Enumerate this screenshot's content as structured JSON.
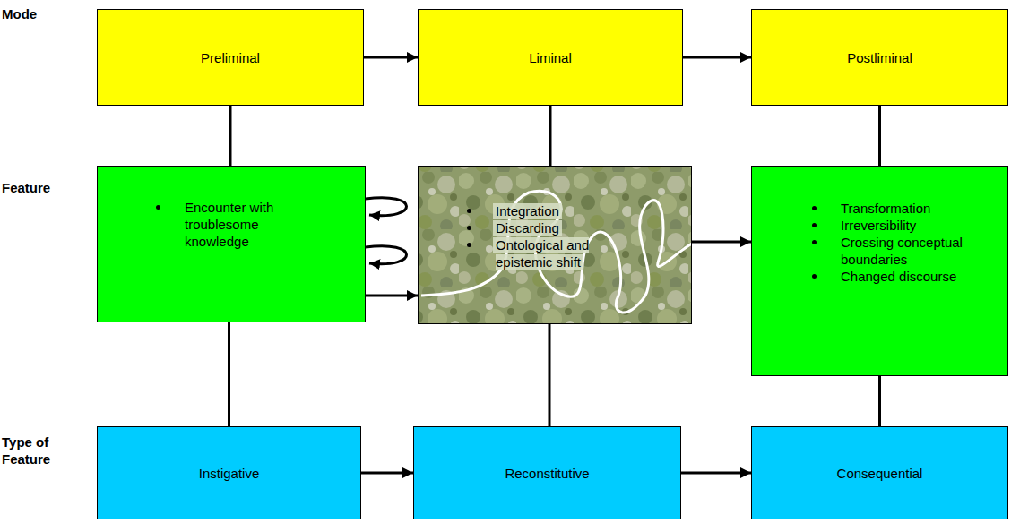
{
  "diagram": {
    "nodes": [
      {
        "text": [
          "Preliminal"
        ]
      },
      {
        "text": [
          "Liminal"
        ]
      },
      {
        "text": [
          "Postliminal"
        ]
      },
      {
        "text": [
          "Encounter with troublesome knowledge"
        ]
      },
      {
        "text": [
          "Integration",
          "Discarding",
          "Ontological and epistemic shift"
        ]
      },
      {
        "text": [
          "Transformation",
          "Irreversibility",
          "Crossing conceptual boundaries",
          "Changed discourse"
        ]
      },
      {
        "text": [
          "Instigative"
        ]
      },
      {
        "text": [
          "Reconstitutive"
        ]
      },
      {
        "text": [
          "Consequential"
        ]
      }
    ],
    "edges": [
      {
        "from": 0,
        "to": 1,
        "arrow": "to"
      },
      {
        "from": 1,
        "to": 2,
        "arrow": "to"
      },
      {
        "from": 0,
        "to": 3,
        "arrow": "none"
      },
      {
        "from": 1,
        "to": 4,
        "arrow": "none"
      },
      {
        "from": 2,
        "to": 5,
        "arrow": "none"
      },
      {
        "from": 3,
        "to": 6,
        "arrow": "none"
      },
      {
        "from": 4,
        "to": 7,
        "arrow": "none"
      },
      {
        "from": 5,
        "to": 8,
        "arrow": "none"
      },
      {
        "from": 3,
        "to": 4,
        "arrow": "to"
      },
      {
        "from": 4,
        "to": 5,
        "arrow": "to"
      },
      {
        "from": 6,
        "to": 7,
        "arrow": "to"
      },
      {
        "from": 7,
        "to": 8,
        "arrow": "to"
      }
    ],
    "labels": [
      "Mode",
      "Feature",
      "Type of Feature"
    ]
  }
}
